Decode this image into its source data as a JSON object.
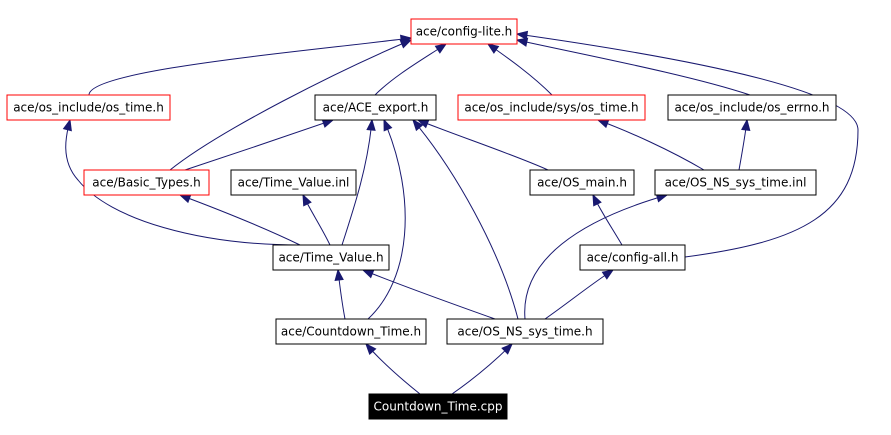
{
  "diagram": {
    "colors": {
      "edge": "#191970",
      "node_border": "#000000",
      "external_node_border": "#ff0000",
      "root_fill": "#000000",
      "root_text": "#ffffff"
    },
    "nodes": {
      "config_lite": {
        "label": "ace/config-lite.h",
        "style": "red"
      },
      "os_time": {
        "label": "ace/os_include/os_time.h",
        "style": "red"
      },
      "ace_export": {
        "label": "ace/ACE_export.h",
        "style": "normal"
      },
      "sys_os_time": {
        "label": "ace/os_include/sys/os_time.h",
        "style": "red"
      },
      "os_errno": {
        "label": "ace/os_include/os_errno.h",
        "style": "normal"
      },
      "basic_types": {
        "label": "ace/Basic_Types.h",
        "style": "red"
      },
      "time_value_inl": {
        "label": "ace/Time_Value.inl",
        "style": "normal"
      },
      "os_main": {
        "label": "ace/OS_main.h",
        "style": "normal"
      },
      "os_ns_sys_time_inl": {
        "label": "ace/OS_NS_sys_time.inl",
        "style": "normal"
      },
      "time_value_h": {
        "label": "ace/Time_Value.h",
        "style": "normal"
      },
      "config_all": {
        "label": "ace/config-all.h",
        "style": "normal"
      },
      "countdown_time_h": {
        "label": "ace/Countdown_Time.h",
        "style": "normal"
      },
      "os_ns_sys_time_h": {
        "label": "ace/OS_NS_sys_time.h",
        "style": "normal"
      },
      "countdown_time_cpp": {
        "label": "Countdown_Time.cpp",
        "style": "root"
      }
    },
    "edges": [
      {
        "from": "os_time",
        "to": "config_lite"
      },
      {
        "from": "ace_export",
        "to": "config_lite"
      },
      {
        "from": "sys_os_time",
        "to": "config_lite"
      },
      {
        "from": "os_errno",
        "to": "config_lite"
      },
      {
        "from": "basic_types",
        "to": "config_lite"
      },
      {
        "from": "config_all",
        "to": "config_lite"
      },
      {
        "from": "basic_types",
        "to": "ace_export"
      },
      {
        "from": "os_main",
        "to": "ace_export"
      },
      {
        "from": "time_value_h",
        "to": "ace_export"
      },
      {
        "from": "countdown_time_h",
        "to": "ace_export"
      },
      {
        "from": "os_ns_sys_time_h",
        "to": "ace_export"
      },
      {
        "from": "os_ns_sys_time_inl",
        "to": "sys_os_time"
      },
      {
        "from": "os_ns_sys_time_inl",
        "to": "os_errno"
      },
      {
        "from": "time_value_h",
        "to": "os_time"
      },
      {
        "from": "time_value_h",
        "to": "basic_types"
      },
      {
        "from": "time_value_h",
        "to": "time_value_inl"
      },
      {
        "from": "config_all",
        "to": "os_main"
      },
      {
        "from": "os_ns_sys_time_h",
        "to": "os_ns_sys_time_inl"
      },
      {
        "from": "os_ns_sys_time_h",
        "to": "config_all"
      },
      {
        "from": "countdown_time_h",
        "to": "time_value_h"
      },
      {
        "from": "os_ns_sys_time_h",
        "to": "time_value_h"
      },
      {
        "from": "countdown_time_cpp",
        "to": "countdown_time_h"
      },
      {
        "from": "countdown_time_cpp",
        "to": "os_ns_sys_time_h"
      }
    ]
  }
}
